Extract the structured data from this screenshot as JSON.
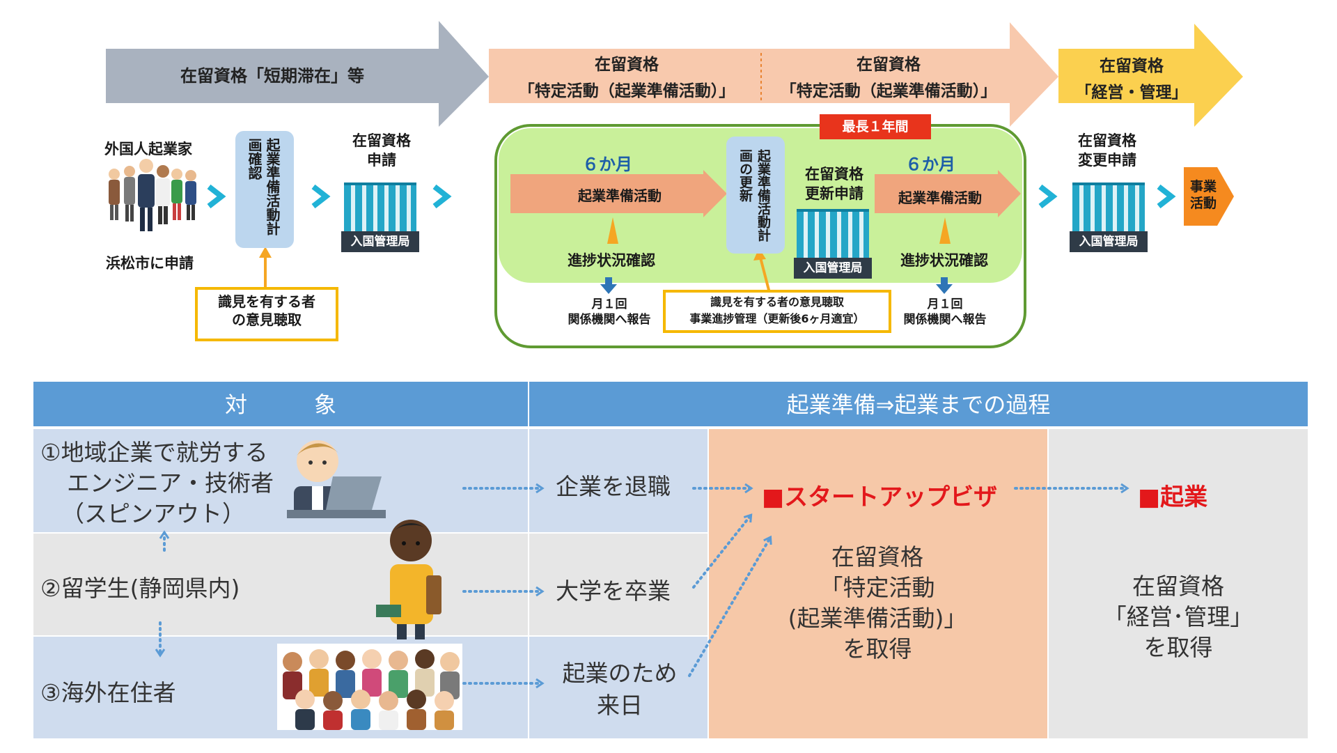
{
  "top_flow": {
    "phase1_label": "在留資格「短期滞在」等",
    "phase2a_label_line1": "在留資格",
    "phase2a_label_line2": "「特定活動（起業準備活動）」",
    "phase2b_label_line1": "在留資格",
    "phase2b_label_line2": "「特定活動（起業準備活動）」",
    "phase3_label_line1": "在留資格",
    "phase3_label_line2": "「経営・管理」",
    "foreign_entrepreneur": "外国人起業家",
    "apply_city": "浜松市に申請",
    "plan_confirm": "起業準備活動計画確認",
    "expert_opinion_line1": "識見を有する者",
    "expert_opinion_line2": "の意見聴取",
    "status_apply_line1": "在留資格",
    "status_apply_line2": "申請",
    "immigration_label": "入国管理局",
    "max_period": "最長１年間",
    "months_a": "６か月",
    "months_b": "６か月",
    "prep_activity_a": "起業準備活動",
    "prep_activity_b": "起業準備活動",
    "plan_update": "起業準備活動計画の更新",
    "renewal_apply_line1": "在留資格",
    "renewal_apply_line2": "更新申請",
    "progress_check_a": "進捗状況確認",
    "progress_check_b": "進捗状況確認",
    "monthly_report_a_line1": "月１回",
    "monthly_report_a_line2": "関係機関へ報告",
    "monthly_report_b_line1": "月１回",
    "monthly_report_b_line2": "関係機関へ報告",
    "mgmt_note_line1": "識見を有する者の意見聴取",
    "mgmt_note_line2": "事業進捗管理（更新後6ヶ月適宜）",
    "change_apply_line1": "在留資格",
    "change_apply_line2": "変更申請",
    "business_activity_line1": "事業",
    "business_activity_line2": "活動"
  },
  "table": {
    "header_target": "対　　　象",
    "header_process": "起業準備⇒起業までの過程",
    "row1_line1": "①地域企業で就労する",
    "row1_line2": "エンジニア・技術者",
    "row1_line3": "（スピンアウト）",
    "row2": "②留学生(静岡県内)",
    "row3": "③海外在住者",
    "step1": "企業を退職",
    "step2": "大学を卒業",
    "step3_line1": "起業のため",
    "step3_line2": "来日",
    "startup_visa": "■スタートアップビザ",
    "startup_status_line1": "在留資格",
    "startup_status_line2": "「特定活動",
    "startup_status_line3": "(起業準備活動)」",
    "startup_status_line4": "を取得",
    "kigyo": "■起業",
    "mgmt_status_line1": "在留資格",
    "mgmt_status_line2": "「経営･管理」",
    "mgmt_status_line3": "を取得"
  },
  "colors": {
    "gray_arrow": "#a9b2bf",
    "salmon": "#f7c9ae",
    "yellow_arrow": "#fbd04f",
    "green_fill": "#c9f09a",
    "green_border": "#5f9a32",
    "red_label": "#e8341c",
    "blue_header": "#5b9bd5",
    "blue_row": "#cfdcee",
    "gray_row": "#e6e6e6",
    "orange_col": "#f6c8a8",
    "cyan": "#21b2d6",
    "red_text": "#e3181b"
  }
}
